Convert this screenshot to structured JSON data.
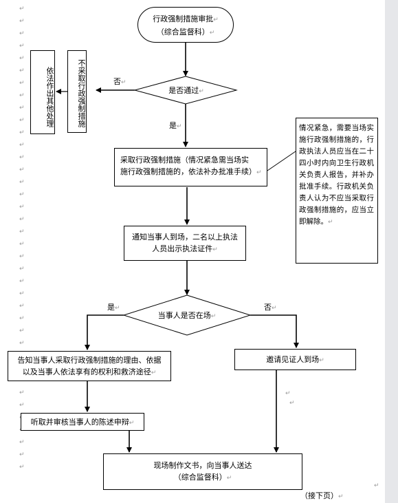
{
  "nodes": {
    "start": {
      "line1": "行政强制措施审批",
      "line2": "（综合监督科）"
    },
    "decision_pass": "是否通过",
    "not_take": "不采取行政强制措施",
    "handle_else": "依法作出其他处理",
    "take": {
      "line1": "采取行政强制措施（情况紧急需当场实",
      "line2": "施行政强制措施的，依法补办批准手续）"
    },
    "emergency_note": "情况紧急，需要当场实施行政强制措施的，行政执法人员应当在二十四小时内向卫生行政机关负责人报告，并补办批准手续。行政机关负责人认为不应当采取行政强制措施的，应当立即解除。",
    "notify": {
      "line1": "通知当事人到场，二名以上执法",
      "line2": "人员出示执法证件"
    },
    "decision_present": "当事人是否在场",
    "inform": {
      "line1": "告知当事人采取行政强制措施的理由、依据",
      "line2": "以及当事人依法享有的权利和救济途径"
    },
    "invite_witness": "邀请见证人到场",
    "hear": "听取并审核当事人的陈述申辩",
    "document": {
      "line1": "现场制作文书，向当事人送达",
      "line2": "（综合监督科）"
    }
  },
  "labels": {
    "no": "否",
    "yes": "是"
  },
  "footer": "（接下页）",
  "paragraph_mark": "↵"
}
